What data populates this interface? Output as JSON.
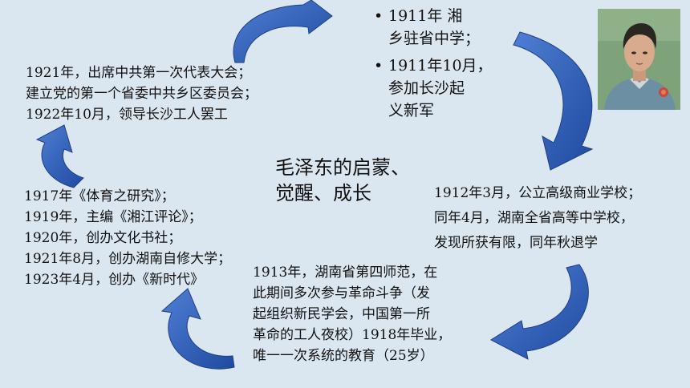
{
  "slide": {
    "title_lines": [
      "毛泽东的启蒙、",
      "觉醒、成长"
    ],
    "bullets": [
      {
        "lines": [
          "1911年  湘",
          "乡驻省中学；"
        ]
      },
      {
        "lines": [
          "1911年10月，",
          "参加长沙起",
          "义新军"
        ]
      }
    ],
    "block_1921": {
      "lines": [
        "1921年，出席中共第一次代表大会；",
        "建立党的第一个省委中共乡区委员会；",
        "1922年10月，领导长沙工人罢工"
      ]
    },
    "block_1917": {
      "lines": [
        "1917年《体育之研究》；",
        "1919年，主编《湘江评论》；",
        "1920年，创办文化书社；",
        "1921年8月，创办湖南自修大学；",
        "1923年4月，创办《新时代》"
      ]
    },
    "block_1912": {
      "lines": [
        "1912年3月，公立高级商业学校；",
        "同年4月，湖南全省高等中学校，",
        "发现所获有限，同年秋退学"
      ]
    },
    "block_1913": {
      "lines": [
        "1913年，湖南省第四师范，在",
        "此期间多次参与革命斗争（发",
        "起组织新民学会，中国第一所",
        "革命的工人夜校）1918年毕业，",
        "唯一一次系统的教育（25岁）"
      ]
    },
    "bullet_glyph": "•",
    "colors": {
      "background": "#dbe7f0",
      "arrow_fill": "#2f5fb8",
      "arrow_stroke": "#1f3f86"
    }
  }
}
